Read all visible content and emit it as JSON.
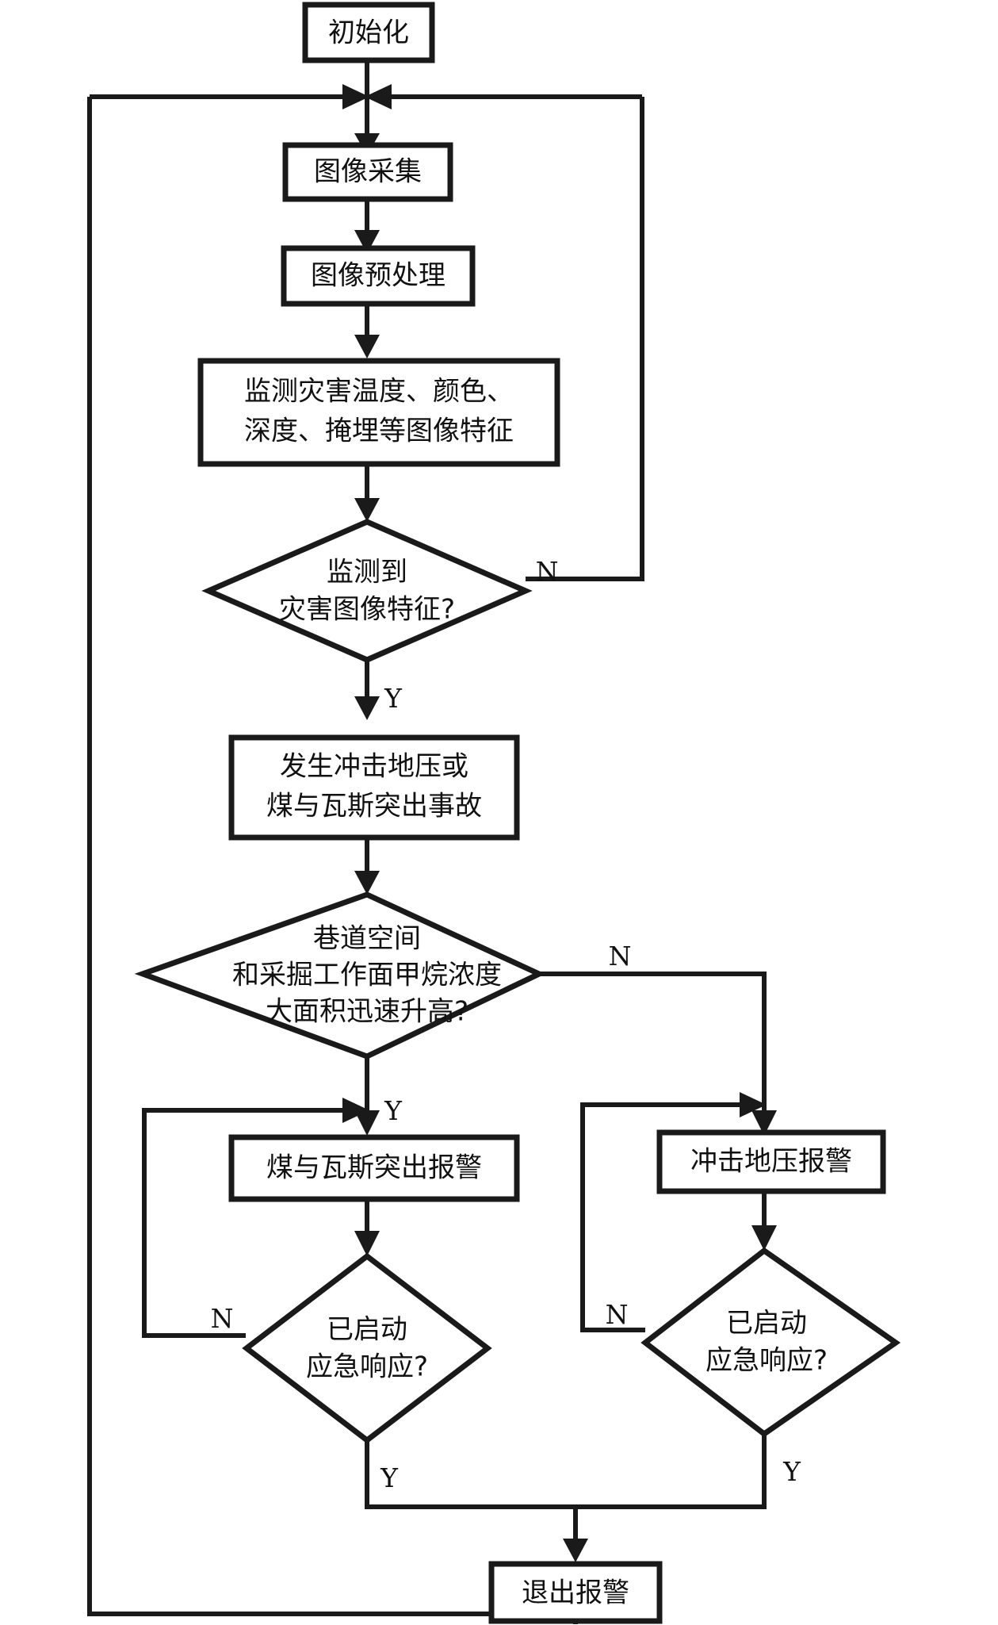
{
  "diagram": {
    "type": "flowchart",
    "title": "煤矿灾害图像监测与报警流程图",
    "language": "zh",
    "orientation": "top-to-bottom",
    "colors": {
      "background": "#ffffff",
      "stroke": "#1a1a1a",
      "node_fill": "#ffffff",
      "text": "#111111"
    },
    "nodes": [
      {
        "id": "init",
        "shape": "rectangle",
        "label": "初始化"
      },
      {
        "id": "capture",
        "shape": "rectangle",
        "label": "图像采集"
      },
      {
        "id": "preprocess",
        "shape": "rectangle",
        "label": "图像预处理"
      },
      {
        "id": "features",
        "shape": "rectangle",
        "label_line1": "监测灾害温度、颜色、",
        "label_line2": "深度、掩埋等图像特征"
      },
      {
        "id": "decide_feat",
        "shape": "diamond",
        "label_line1": "监测到",
        "label_line2": "灾害图像特征?"
      },
      {
        "id": "accident",
        "shape": "rectangle",
        "label_line1": "发生冲击地压或",
        "label_line2": "煤与瓦斯突出事故"
      },
      {
        "id": "decide_ch4",
        "shape": "diamond",
        "label_line1": "巷道空间",
        "label_line2": "和采掘工作面甲烷浓度",
        "label_line3": "大面积迅速升高?"
      },
      {
        "id": "alarm_gas",
        "shape": "rectangle",
        "label": "煤与瓦斯突出报警"
      },
      {
        "id": "alarm_burst",
        "shape": "rectangle",
        "label": "冲击地压报警"
      },
      {
        "id": "decide_resp_left",
        "shape": "diamond",
        "label_line1": "已启动",
        "label_line2": "应急响应?"
      },
      {
        "id": "decide_resp_right",
        "shape": "diamond",
        "label_line1": "已启动",
        "label_line2": "应急响应?"
      },
      {
        "id": "exit",
        "shape": "rectangle",
        "label": "退出报警"
      }
    ],
    "edge_labels": {
      "feat_no": "N",
      "feat_yes": "Y",
      "ch4_no": "N",
      "ch4_yes": "Y",
      "resp_left_no": "N",
      "resp_left_yes": "Y",
      "resp_right_no": "N",
      "resp_right_yes": "Y"
    },
    "edges": [
      {
        "from": "init",
        "to": "capture",
        "label": ""
      },
      {
        "from": "capture",
        "to": "preprocess",
        "label": ""
      },
      {
        "from": "preprocess",
        "to": "features",
        "label": ""
      },
      {
        "from": "features",
        "to": "decide_feat",
        "label": ""
      },
      {
        "from": "decide_feat",
        "to": "capture",
        "label": "N"
      },
      {
        "from": "decide_feat",
        "to": "accident",
        "label": "Y"
      },
      {
        "from": "accident",
        "to": "decide_ch4",
        "label": ""
      },
      {
        "from": "decide_ch4",
        "to": "alarm_gas",
        "label": "Y"
      },
      {
        "from": "decide_ch4",
        "to": "alarm_burst",
        "label": "N"
      },
      {
        "from": "alarm_gas",
        "to": "decide_resp_left",
        "label": ""
      },
      {
        "from": "alarm_burst",
        "to": "decide_resp_right",
        "label": ""
      },
      {
        "from": "decide_resp_left",
        "to": "alarm_gas",
        "label": "N"
      },
      {
        "from": "decide_resp_right",
        "to": "alarm_burst",
        "label": "N"
      },
      {
        "from": "decide_resp_left",
        "to": "exit",
        "label": "Y"
      },
      {
        "from": "decide_resp_right",
        "to": "exit",
        "label": "Y"
      },
      {
        "from": "exit",
        "to": "capture",
        "label": ""
      }
    ]
  }
}
